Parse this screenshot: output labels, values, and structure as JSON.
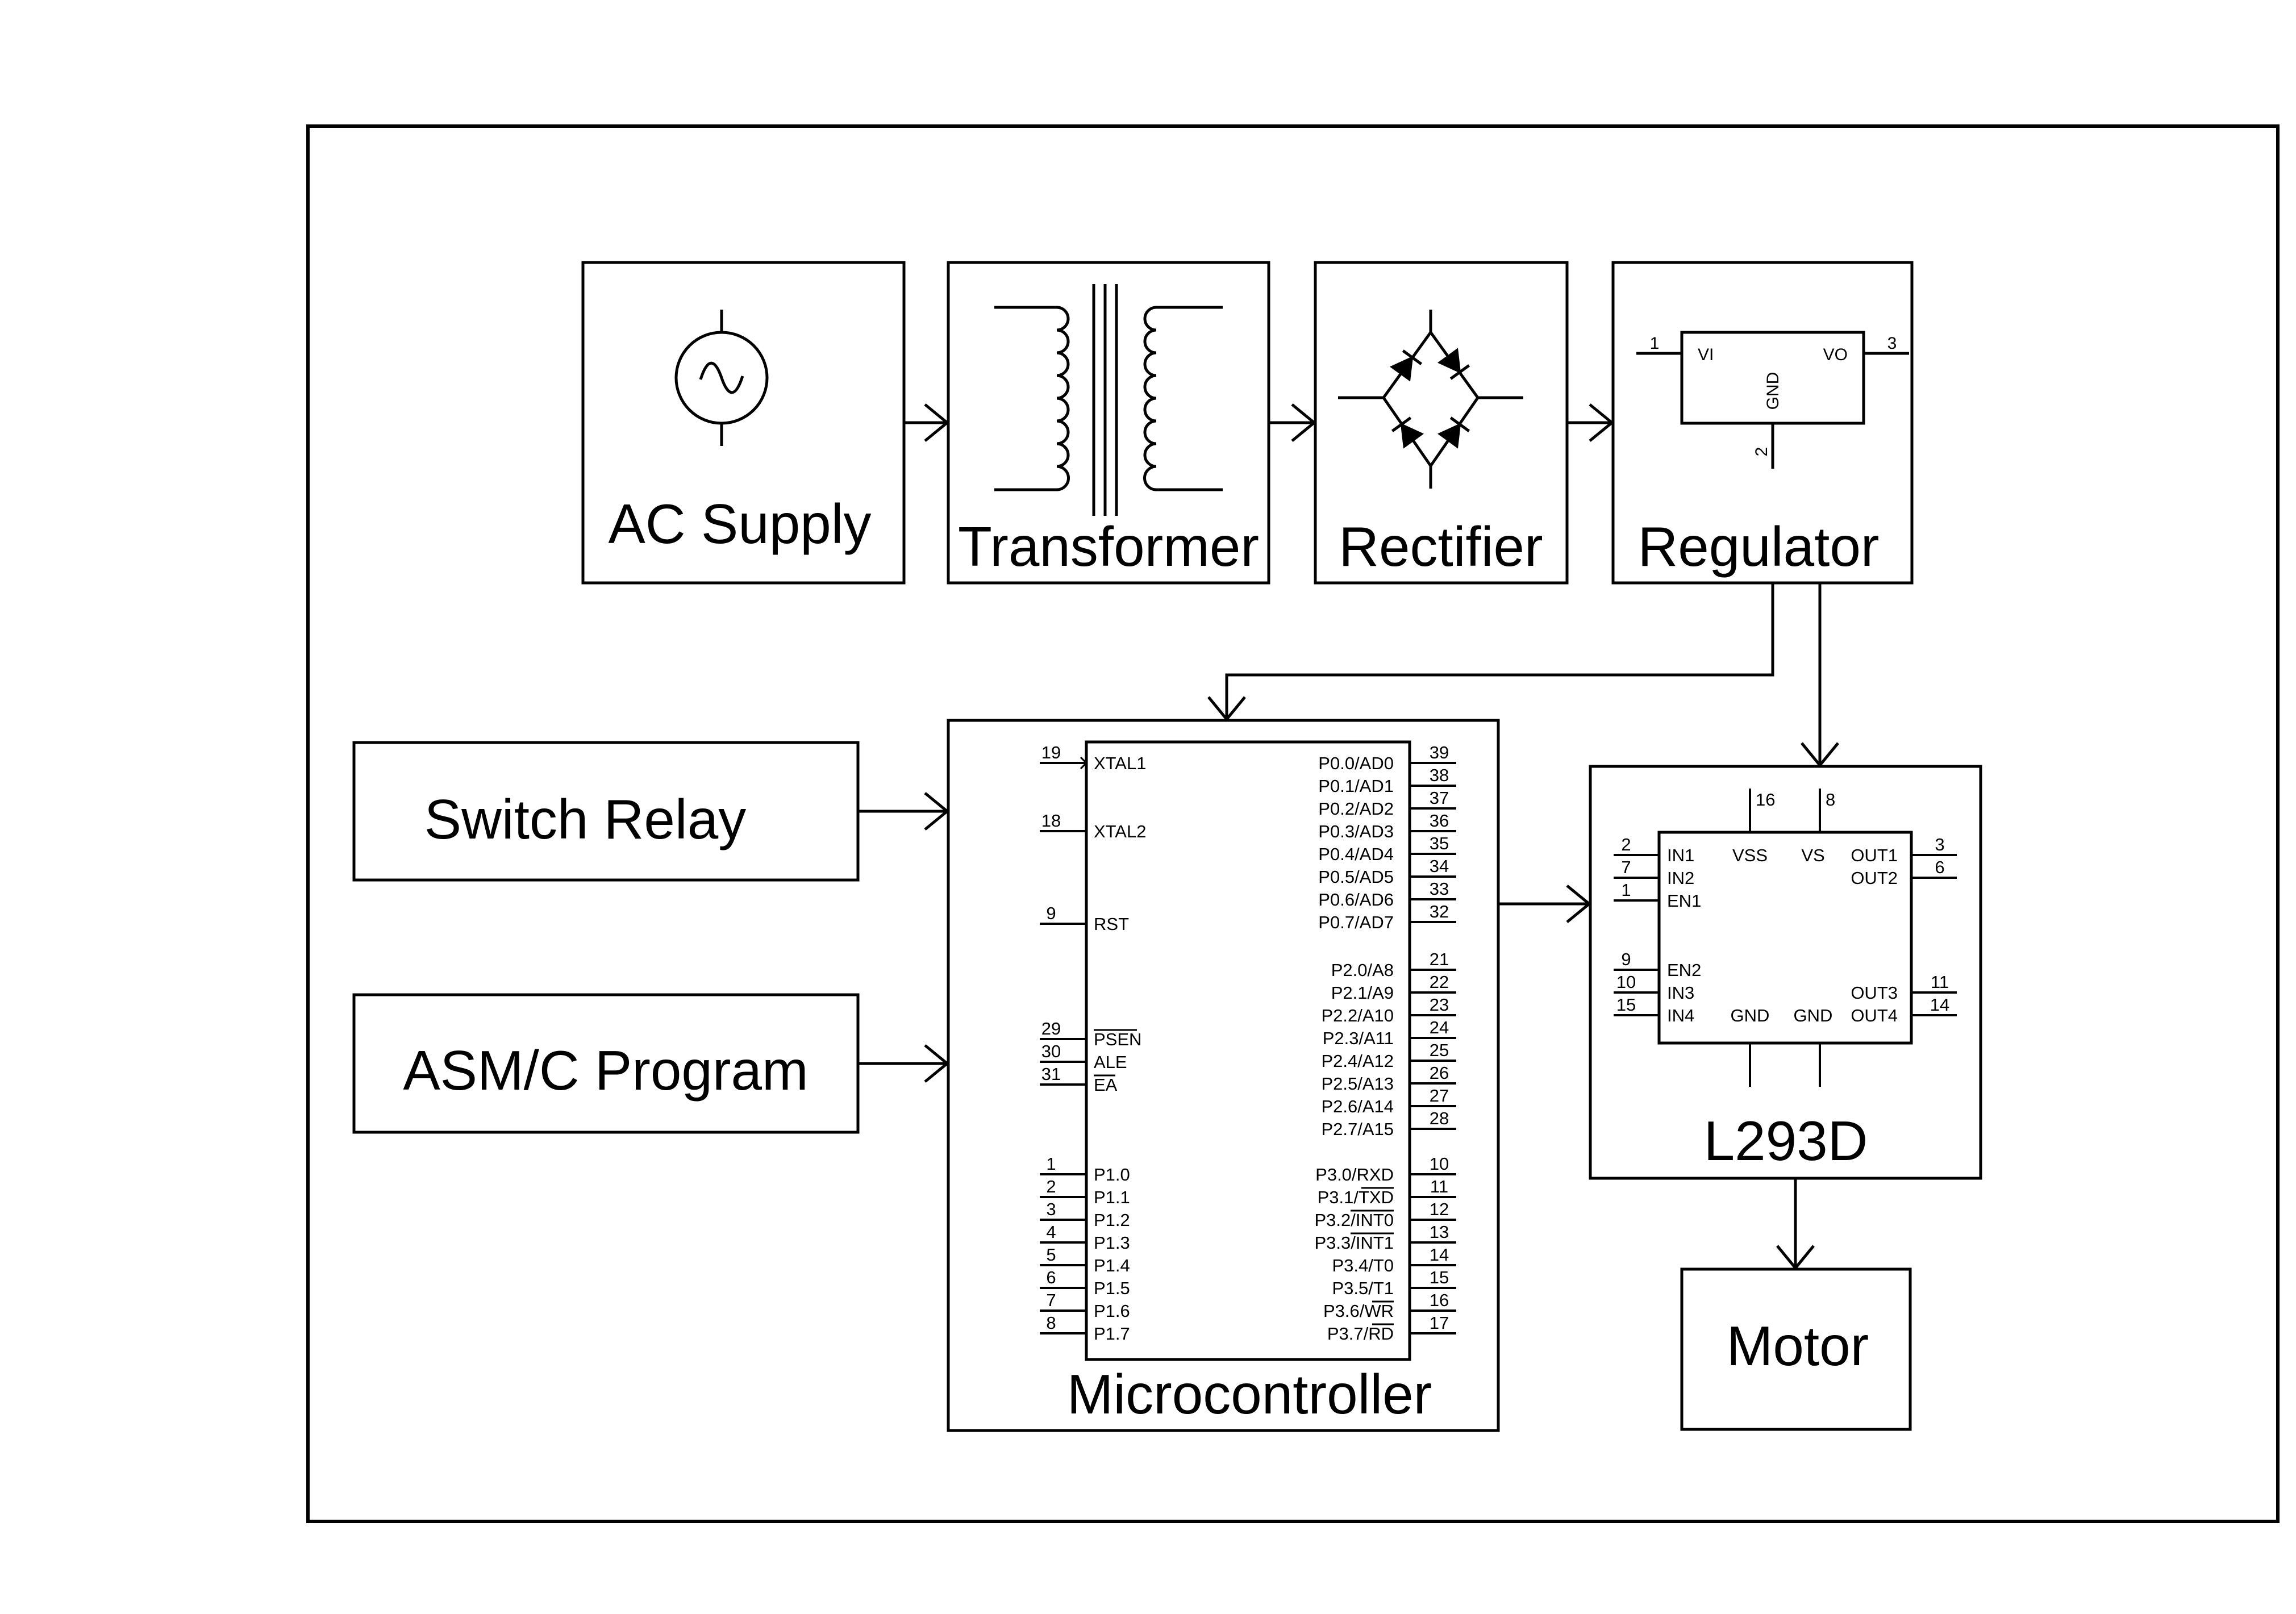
{
  "blocks": {
    "ac_supply": "AC Supply",
    "transformer": "Transformer",
    "rectifier": "Rectifier",
    "regulator": "Regulator",
    "switch_relay": "Switch Relay",
    "asm_program": "ASM/C Program",
    "microcontroller": "Microcontroller",
    "l293d": "L293D",
    "motor": "Motor"
  },
  "regulator_pins": {
    "vi": "VI",
    "vi_num": "1",
    "vo": "VO",
    "vo_num": "3",
    "gnd": "GND",
    "gnd_num": "2"
  },
  "mcu": {
    "left_pins": [
      {
        "num": "19",
        "name": "XTAL1"
      },
      {
        "num": "18",
        "name": "XTAL2"
      },
      {
        "num": "9",
        "name": "RST"
      },
      {
        "num": "29",
        "name": "PSEN"
      },
      {
        "num": "30",
        "name": "ALE"
      },
      {
        "num": "31",
        "name": "EA"
      },
      {
        "num": "1",
        "name": "P1.0"
      },
      {
        "num": "2",
        "name": "P1.1"
      },
      {
        "num": "3",
        "name": "P1.2"
      },
      {
        "num": "4",
        "name": "P1.3"
      },
      {
        "num": "5",
        "name": "P1.4"
      },
      {
        "num": "6",
        "name": "P1.5"
      },
      {
        "num": "7",
        "name": "P1.6"
      },
      {
        "num": "8",
        "name": "P1.7"
      }
    ],
    "right_pins": [
      {
        "num": "39",
        "name": "P0.0/AD0"
      },
      {
        "num": "38",
        "name": "P0.1/AD1"
      },
      {
        "num": "37",
        "name": "P0.2/AD2"
      },
      {
        "num": "36",
        "name": "P0.3/AD3"
      },
      {
        "num": "35",
        "name": "P0.4/AD4"
      },
      {
        "num": "34",
        "name": "P0.5/AD5"
      },
      {
        "num": "33",
        "name": "P0.6/AD6"
      },
      {
        "num": "32",
        "name": "P0.7/AD7"
      },
      {
        "num": "21",
        "name": "P2.0/A8"
      },
      {
        "num": "22",
        "name": "P2.1/A9"
      },
      {
        "num": "23",
        "name": "P2.2/A10"
      },
      {
        "num": "24",
        "name": "P2.3/A11"
      },
      {
        "num": "25",
        "name": "P2.4/A12"
      },
      {
        "num": "26",
        "name": "P2.5/A13"
      },
      {
        "num": "27",
        "name": "P2.6/A14"
      },
      {
        "num": "28",
        "name": "P2.7/A15"
      },
      {
        "num": "10",
        "name": "P3.0/RXD"
      },
      {
        "num": "11",
        "name": "P3.1/TXD"
      },
      {
        "num": "12",
        "name": "P3.2/INT0"
      },
      {
        "num": "13",
        "name": "P3.3/INT1"
      },
      {
        "num": "14",
        "name": "P3.4/T0"
      },
      {
        "num": "15",
        "name": "P3.5/T1"
      },
      {
        "num": "16",
        "name": "P3.6/WR"
      },
      {
        "num": "17",
        "name": "P3.7/RD"
      }
    ]
  },
  "driver": {
    "left_pins": [
      {
        "num": "2",
        "name": "IN1"
      },
      {
        "num": "7",
        "name": "IN2"
      },
      {
        "num": "1",
        "name": "EN1"
      },
      {
        "num": "9",
        "name": "EN2"
      },
      {
        "num": "10",
        "name": "IN3"
      },
      {
        "num": "15",
        "name": "IN4"
      }
    ],
    "right_pins": [
      {
        "num": "3",
        "name": "OUT1"
      },
      {
        "num": "6",
        "name": "OUT2"
      },
      {
        "num": "11",
        "name": "OUT3"
      },
      {
        "num": "14",
        "name": "OUT4"
      }
    ],
    "top_pins": [
      {
        "num": "16",
        "name": "VSS"
      },
      {
        "num": "8",
        "name": "VS"
      }
    ],
    "bottom_pins": [
      {
        "name": "GND"
      },
      {
        "name": "GND"
      }
    ]
  }
}
